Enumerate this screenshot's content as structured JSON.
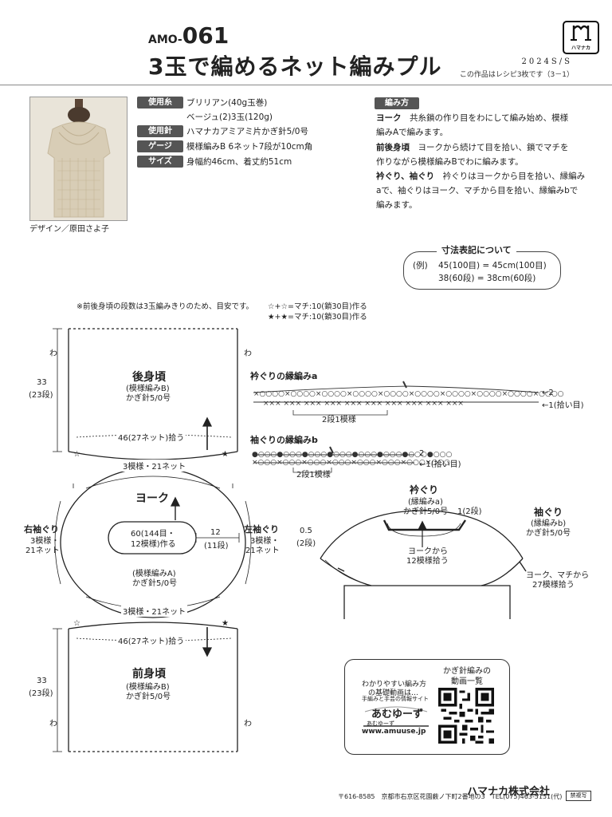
{
  "header": {
    "code_prefix": "AMO-",
    "code_number": "061",
    "title": "3玉で編めるネット編みプル",
    "season": "2024S/S",
    "recipe_note": "この作品はレシピ3枚です（3－1）",
    "logo_text": "ハマナカ"
  },
  "credit": "デザイン／原田さよ子",
  "specs": [
    {
      "tag": "使用糸",
      "value": "ブリリアン(40g玉巻)"
    },
    {
      "tag": "",
      "value": "ベージュ(2)3玉(120g)"
    },
    {
      "tag": "使用針",
      "value": "ハマナカアミアミ片かぎ針5/0号"
    },
    {
      "tag": "ゲージ",
      "value": "模様編みB 6ネット7段が10cm角"
    },
    {
      "tag": "サイズ",
      "value": "身幅約46cm、着丈約51cm"
    }
  ],
  "method": {
    "tag": "編み方",
    "lines": [
      {
        "bold": "ヨーク",
        "text": "　共糸鎖の作り目をわにして編み始め、模様"
      },
      {
        "bold": "",
        "text": "編みAで編みます。"
      },
      {
        "bold": "前後身頃",
        "text": "　ヨークから続けて目を拾い、鎖でマチを"
      },
      {
        "bold": "",
        "text": "作りながら模様編みBでわに編みます。"
      },
      {
        "bold": "衿ぐり、袖ぐり",
        "text": "　衿ぐりはヨークから目を拾い、縁編み"
      },
      {
        "bold": "",
        "text": "aで、袖ぐりはヨーク、マチから目を拾い、縁編みbで"
      },
      {
        "bold": "",
        "text": "編みます。"
      }
    ]
  },
  "size_notation": {
    "title": "寸法表記について",
    "example_label": "(例)",
    "line1": "45(100目) = 45cm(100目)",
    "line2": "38(60段) = 38cm(60段)"
  },
  "notes": {
    "rows_note": "※前後身頃の段数は3玉編みきりのため、目安です。",
    "gusset1": "☆+☆=マチ:10(鎖30目)作る",
    "gusset2": "★+★=マチ:10(鎖30目)作る"
  },
  "back_body": {
    "wa_left": "わ",
    "wa_right": "わ",
    "height": "33",
    "height_rows": "(23段)",
    "title": "後身頃",
    "pattern": "(模様編みB)",
    "hook": "かぎ針5/0号",
    "pickup": "46(27ネット)拾う"
  },
  "yoke": {
    "top_count": "3模様・21ネット",
    "bottom_count": "3模様・21ネット",
    "title": "ヨーク",
    "start_line1": "60(144目・",
    "start_line2": "12模様)作る",
    "depth": "12",
    "depth_rows": "(11段)",
    "pattern": "(模様編みA)",
    "hook": "かぎ針5/0号",
    "right_arm_title": "右袖ぐり",
    "right_arm_l1": "3模様・",
    "right_arm_l2": "21ネット",
    "left_arm_title": "左袖ぐり",
    "left_arm_l1": "3模様・",
    "left_arm_l2": "21ネット"
  },
  "front_body": {
    "pickup": "46(27ネット)拾う",
    "height": "33",
    "height_rows": "(23段)",
    "title": "前身頃",
    "pattern": "(模様編みB)",
    "hook": "かぎ針5/0号",
    "wa_left": "わ",
    "wa_right": "わ"
  },
  "edging_a": {
    "title": "衿ぐりの縁編みa",
    "row2": "←2",
    "row1": "←1(拾い目)",
    "repeat": "2段1模様"
  },
  "edging_b": {
    "title": "袖ぐりの縁編みb",
    "row2": "2",
    "row1": "←1(拾い目)",
    "repeat": "2段1模様"
  },
  "neck_diagram": {
    "neck_title": "衿ぐり",
    "neck_pattern": "(縁編みa)",
    "neck_hook": "かぎ針5/0号",
    "neck_rows": "1(2段)",
    "side_rows": "0.5",
    "side_rows2": "(2段)",
    "pickup_l1": "ヨークから",
    "pickup_l2": "12模様拾う",
    "sleeve_title": "袖ぐり",
    "sleeve_pattern": "(縁編みb)",
    "sleeve_hook": "かぎ針5/0号",
    "sleeve_pickup_l1": "ヨーク、マチから",
    "sleeve_pickup_l2": "27模様拾う"
  },
  "qr_card": {
    "title_l1": "かぎ針編みの",
    "title_l2": "動画一覧",
    "left_l1": "わかりやすい編み方",
    "left_l2": "の基礎動画は…",
    "site_tag": "手編みと手芸の情報サイト",
    "brand": "あむゆーず",
    "brand_sub": "あむゆーず",
    "url": "www.amuuse.jp"
  },
  "footer": {
    "company": "ハマナカ株式会社",
    "address": "〒616-8585　京都市右京区花園薮ノ下町2番地の3　TEL(075)463-5151(代)",
    "badge": "禁複写"
  },
  "colors": {
    "accent": "#555555",
    "line": "#222222",
    "photo_bg": "#e8e1d2"
  }
}
